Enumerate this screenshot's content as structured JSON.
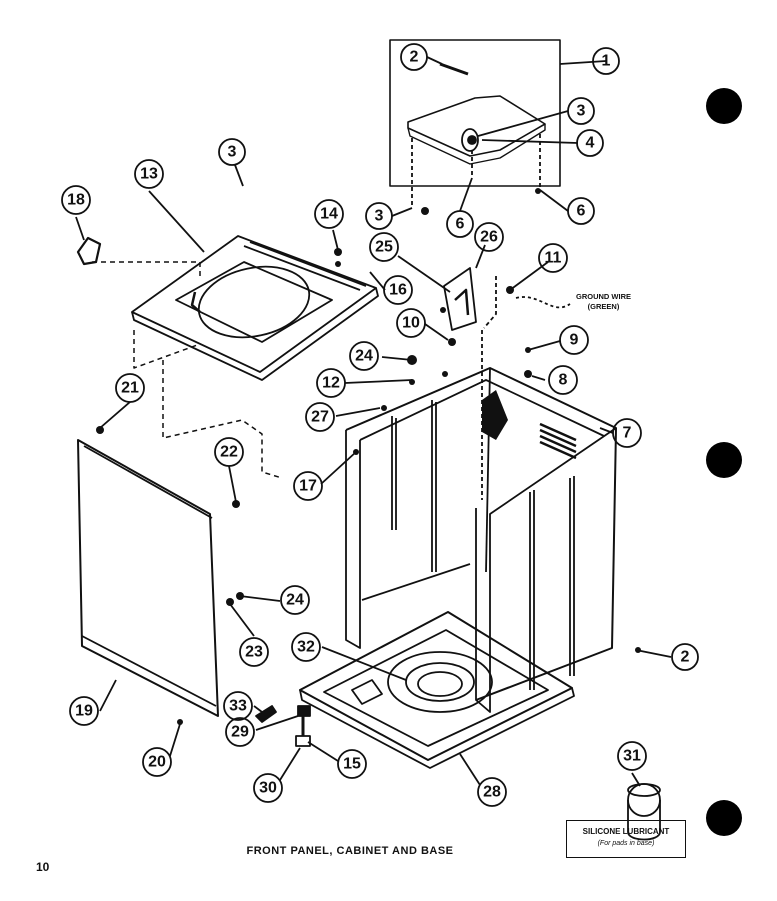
{
  "caption": "FRONT PANEL, CABINET AND BASE",
  "page_number": "10",
  "ground_wire": {
    "line1": "GROUND WIRE",
    "line2": "(GREEN)"
  },
  "lubricant": {
    "line1": "SILICONE LUBRICANT",
    "line2": "(For pads in base)"
  },
  "callouts": [
    {
      "id": "c1",
      "label": "1"
    },
    {
      "id": "c2a",
      "label": "2"
    },
    {
      "id": "c3a",
      "label": "3"
    },
    {
      "id": "c4",
      "label": "4"
    },
    {
      "id": "c3b",
      "label": "3"
    },
    {
      "id": "c6a",
      "label": "6"
    },
    {
      "id": "c6b",
      "label": "6"
    },
    {
      "id": "c3c",
      "label": "3"
    },
    {
      "id": "c13",
      "label": "13"
    },
    {
      "id": "c18",
      "label": "18"
    },
    {
      "id": "c14",
      "label": "14"
    },
    {
      "id": "c25",
      "label": "25"
    },
    {
      "id": "c26",
      "label": "26"
    },
    {
      "id": "c11",
      "label": "11"
    },
    {
      "id": "c16",
      "label": "16"
    },
    {
      "id": "c10",
      "label": "10"
    },
    {
      "id": "c9",
      "label": "9"
    },
    {
      "id": "c24a",
      "label": "24"
    },
    {
      "id": "c8",
      "label": "8"
    },
    {
      "id": "c12",
      "label": "12"
    },
    {
      "id": "c21",
      "label": "21"
    },
    {
      "id": "c27",
      "label": "27"
    },
    {
      "id": "c7",
      "label": "7"
    },
    {
      "id": "c22",
      "label": "22"
    },
    {
      "id": "c17",
      "label": "17"
    },
    {
      "id": "c24b",
      "label": "24"
    },
    {
      "id": "c23",
      "label": "23"
    },
    {
      "id": "c32",
      "label": "32"
    },
    {
      "id": "c2b",
      "label": "2"
    },
    {
      "id": "c19",
      "label": "19"
    },
    {
      "id": "c33",
      "label": "33"
    },
    {
      "id": "c29",
      "label": "29"
    },
    {
      "id": "c20",
      "label": "20"
    },
    {
      "id": "c30",
      "label": "30"
    },
    {
      "id": "c15",
      "label": "15"
    },
    {
      "id": "c28",
      "label": "28"
    },
    {
      "id": "c31",
      "label": "31"
    }
  ]
}
